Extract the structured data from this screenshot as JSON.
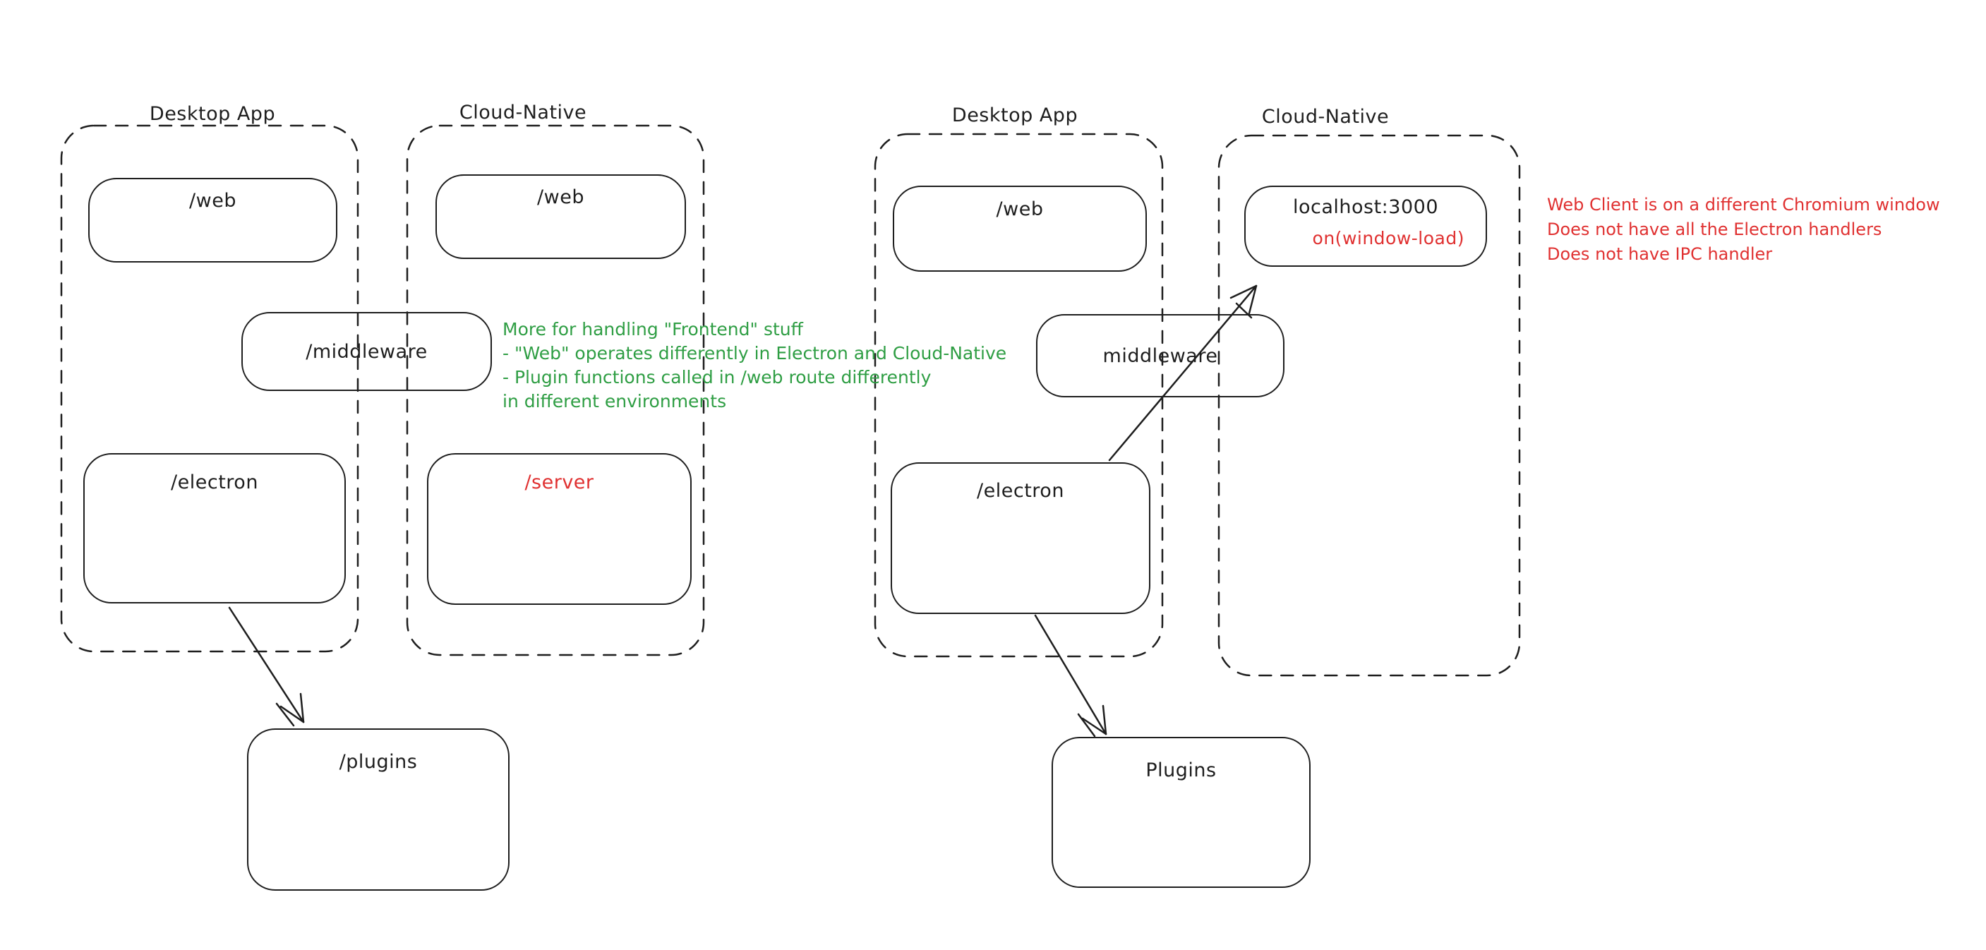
{
  "colors": {
    "stroke": "#1e1e1e",
    "green": "#2f9e44",
    "red": "#e03131",
    "background": "#ffffff"
  },
  "left_diagram": {
    "desktop_title": "Desktop App",
    "cloud_title": "Cloud-Native",
    "desktop_web": "/web",
    "cloud_web": "/web",
    "middleware": "/middleware",
    "electron": "/electron",
    "server": "/server",
    "plugins": "/plugins",
    "green_note": [
      "More for handling \"Frontend\" stuff",
      "- \"Web\" operates differently in Electron and Cloud-Native",
      "- Plugin functions called in /web route differently",
      "in different environments"
    ]
  },
  "right_diagram": {
    "desktop_title": "Desktop App",
    "cloud_title": "Cloud-Native",
    "desktop_web": "/web",
    "localhost": "localhost:3000",
    "localhost_event": "on(window-load)",
    "middleware": "middleware",
    "electron": "/electron",
    "plugins": "Plugins",
    "red_note": [
      "Web Client is on a different Chromium window",
      "Does not have all the Electron handlers",
      "Does not have IPC handler"
    ]
  }
}
